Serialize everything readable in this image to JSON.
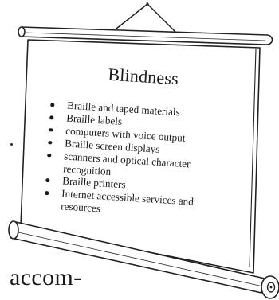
{
  "poster": {
    "title": "Blindness",
    "items": [
      "Braille and taped materials",
      "Braille labels",
      "computers with voice output",
      "Braille screen displays",
      "scanners and optical character recognition",
      "Braille printers",
      "Internet accessible services and resources"
    ]
  },
  "page_fragment": {
    "text": "accom-"
  }
}
